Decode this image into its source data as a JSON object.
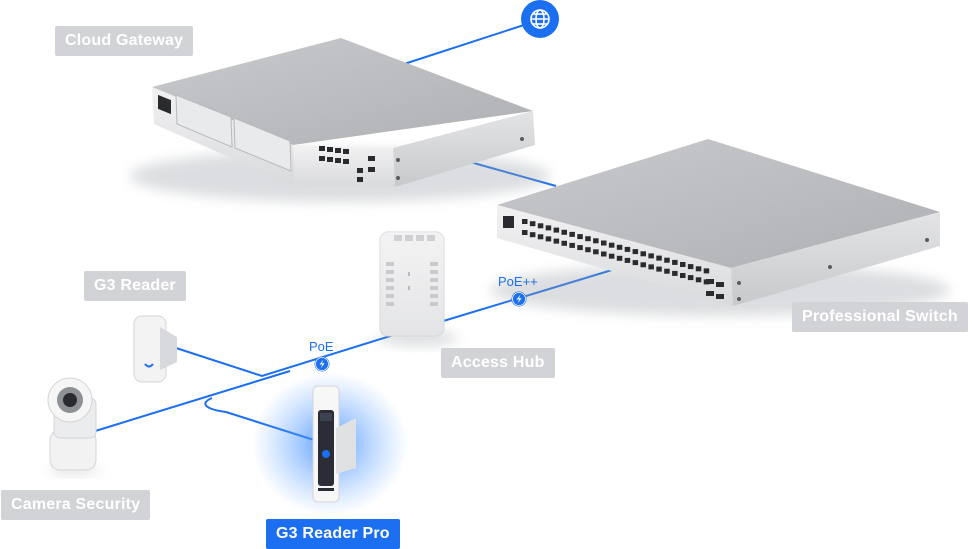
{
  "labels": {
    "cloud_gateway": "Cloud Gateway",
    "professional_switch": "Professional Switch",
    "access_hub": "Access Hub",
    "g3_reader": "G3 Reader",
    "camera_security": "Camera Security",
    "g3_reader_pro": "G3 Reader Pro"
  },
  "connections": {
    "poe": "PoE",
    "poe_plus_plus": "PoE++"
  },
  "icons": {
    "internet": "globe-icon",
    "power": "lightning-icon"
  },
  "colors": {
    "link": "#1b6ff0",
    "label_bg": "#d2d3d6",
    "label_active_bg": "#1b6ff0"
  }
}
